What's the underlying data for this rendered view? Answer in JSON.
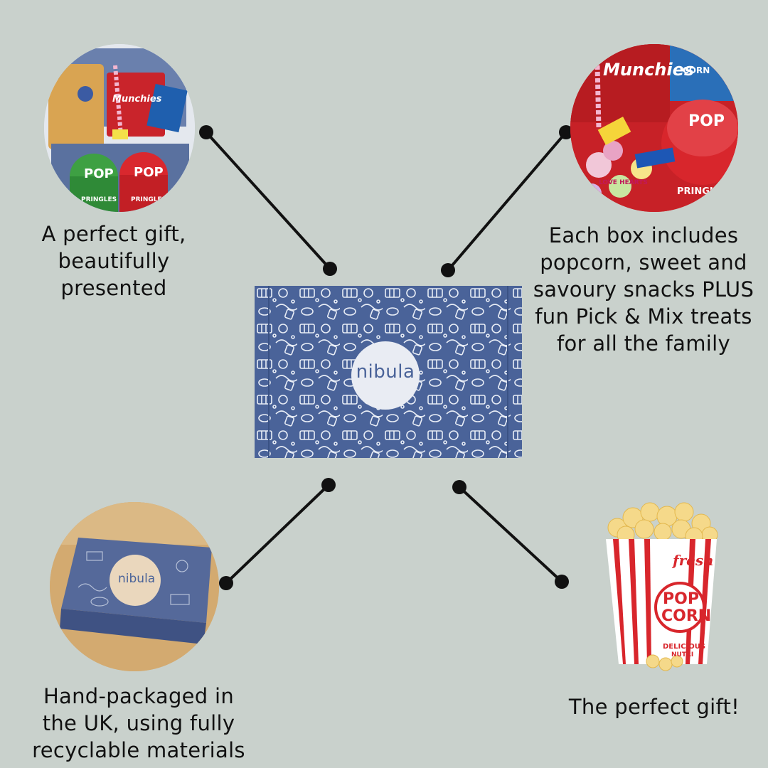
{
  "brand": {
    "name": "nibula"
  },
  "captions": {
    "top_left": [
      "A perfect gift,",
      "beautifully",
      "presented"
    ],
    "top_right": [
      "Each box includes",
      "popcorn, sweet and",
      "savoury snacks PLUS",
      "fun Pick & Mix treats",
      "for all the family"
    ],
    "bottom_left": [
      "Hand-packaged in",
      "the UK, using fully",
      "recyclable materials"
    ],
    "bottom_right": [
      "The perfect gift!"
    ]
  },
  "photos": {
    "top_left": {
      "icon": "gift-box-snacks-photo",
      "labels": [
        "Munchies",
        "POP",
        "POP",
        "PRINGLES",
        "PRINGLES"
      ]
    },
    "top_right": {
      "icon": "snacks-closeup-photo",
      "labels": [
        "Munchies",
        "POP",
        "PRINGLES",
        "LOVE HEARTS",
        "CORN"
      ]
    },
    "bottom_left": {
      "icon": "packaged-box-photo"
    },
    "bottom_right": {
      "icon": "popcorn-bucket-illustration",
      "labels": [
        "fresh",
        "POP",
        "CORN",
        "DELICIOUS",
        "NUTRI"
      ]
    }
  },
  "colors": {
    "background": "#c9d1cc",
    "box_blue": "#4a6399",
    "connector": "#111111"
  }
}
